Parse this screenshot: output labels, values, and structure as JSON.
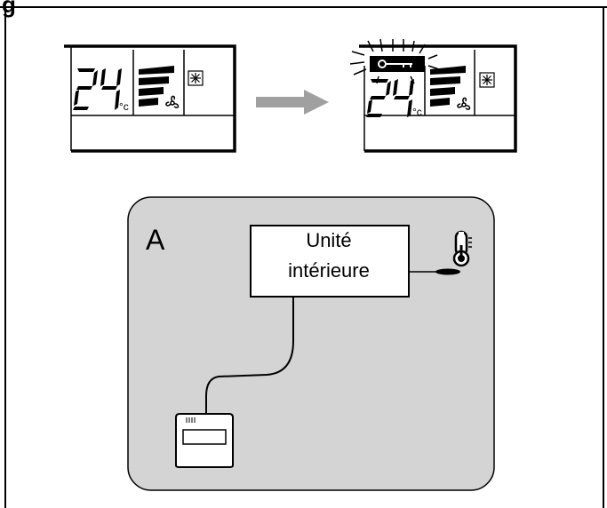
{
  "header": {
    "text": "g"
  },
  "displays": {
    "before": {
      "temperature": "24",
      "unit": "°c"
    },
    "after": {
      "temperature": "24",
      "unit": "°c",
      "lock_icon": "key-lock-icon",
      "state": "blinking"
    }
  },
  "arrow": {
    "direction": "right",
    "color": "#a0a0a0"
  },
  "panel": {
    "label": "A",
    "indoor_unit": {
      "line1": "Unité",
      "line2": "intérieure"
    },
    "sensor_icon": "thermometer-icon",
    "remote_icon": "remote-controller-icon",
    "background": "#d4d4d4"
  }
}
